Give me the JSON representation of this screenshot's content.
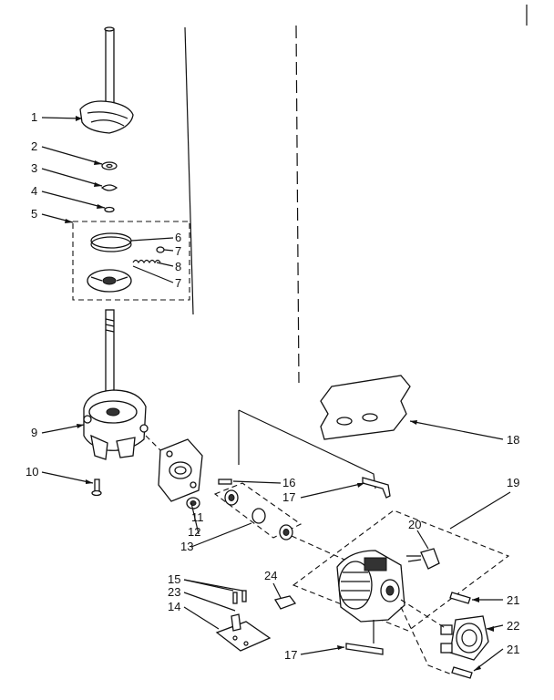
{
  "labels": {
    "l1": "1",
    "l2": "2",
    "l3": "3",
    "l4": "4",
    "l5": "5",
    "l6": "6",
    "l7a": "7",
    "l8": "8",
    "l7b": "7",
    "l9": "9",
    "l10": "10",
    "l11": "11",
    "l12": "12",
    "l13": "13",
    "l14": "14",
    "l15": "15",
    "l16": "16",
    "l17a": "17",
    "l17b": "17",
    "l18": "18",
    "l19": "19",
    "l20": "20",
    "l21a": "21",
    "l21b": "21",
    "l22": "22",
    "l23": "23",
    "l24": "24"
  }
}
